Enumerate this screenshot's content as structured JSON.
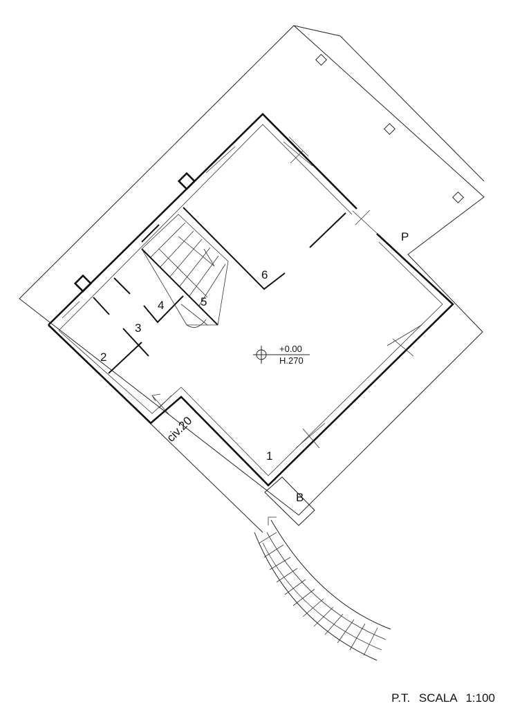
{
  "rooms": {
    "r1": "1",
    "r2": "2",
    "r3": "3",
    "r4": "4",
    "r5": "5",
    "r6": "6"
  },
  "areas": {
    "portico": "P",
    "balcony": "B"
  },
  "entrance": "civ.20",
  "level": {
    "elevation": "+0.00",
    "height": "H.270"
  },
  "caption": {
    "floor": "P.T.",
    "scale": "SCALA 1:100"
  }
}
